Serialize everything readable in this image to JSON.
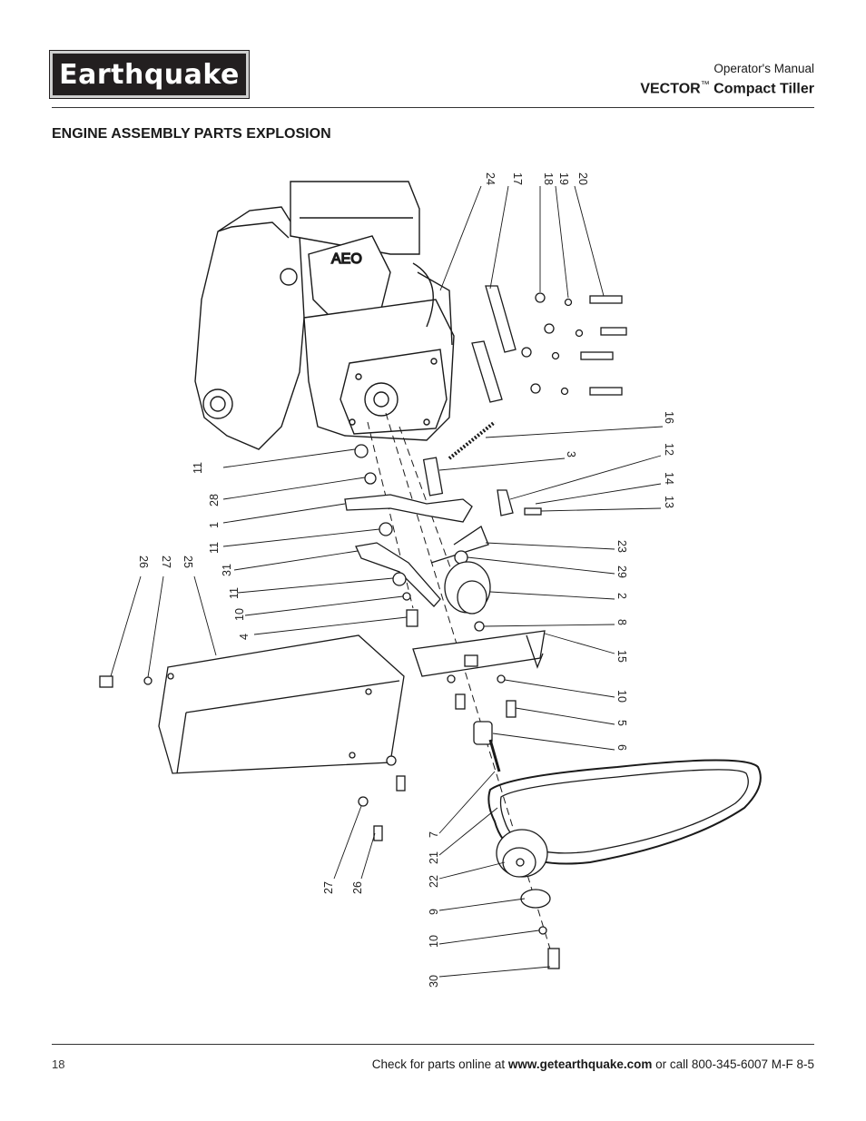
{
  "header": {
    "logo_text": "Earthquake",
    "manual": "Operator's Manual",
    "product_name": "VECTOR",
    "trademark": "™",
    "product_suffix": " Compact Tiller"
  },
  "section_title": "ENGINE ASSEMBLY PARTS EXPLOSION",
  "callouts": {
    "c24": "24",
    "c17": "17",
    "c18": "18",
    "c19": "19",
    "c20": "20",
    "c16": "16",
    "c3": "3",
    "c12": "12",
    "c14": "14",
    "c13": "13",
    "c11a": "11",
    "c28": "28",
    "c1": "1",
    "c11b": "11",
    "c31": "31",
    "c11c": "11",
    "c10a": "10",
    "c4": "4",
    "c23": "23",
    "c29": "29",
    "c2": "2",
    "c8": "8",
    "c15": "15",
    "c10b": "10",
    "c5": "5",
    "c6": "6",
    "c26a": "26",
    "c27a": "27",
    "c25": "25",
    "c7": "7",
    "c21": "21",
    "c22": "22",
    "c9": "9",
    "c10c": "10",
    "c30": "30",
    "c27b": "27",
    "c26b": "26"
  },
  "footer": {
    "page_number": "18",
    "text_prefix": "Check for parts online at ",
    "website": "www.getearthquake.com",
    "text_suffix": " or call 800-345-6007 M-F 8-5"
  }
}
